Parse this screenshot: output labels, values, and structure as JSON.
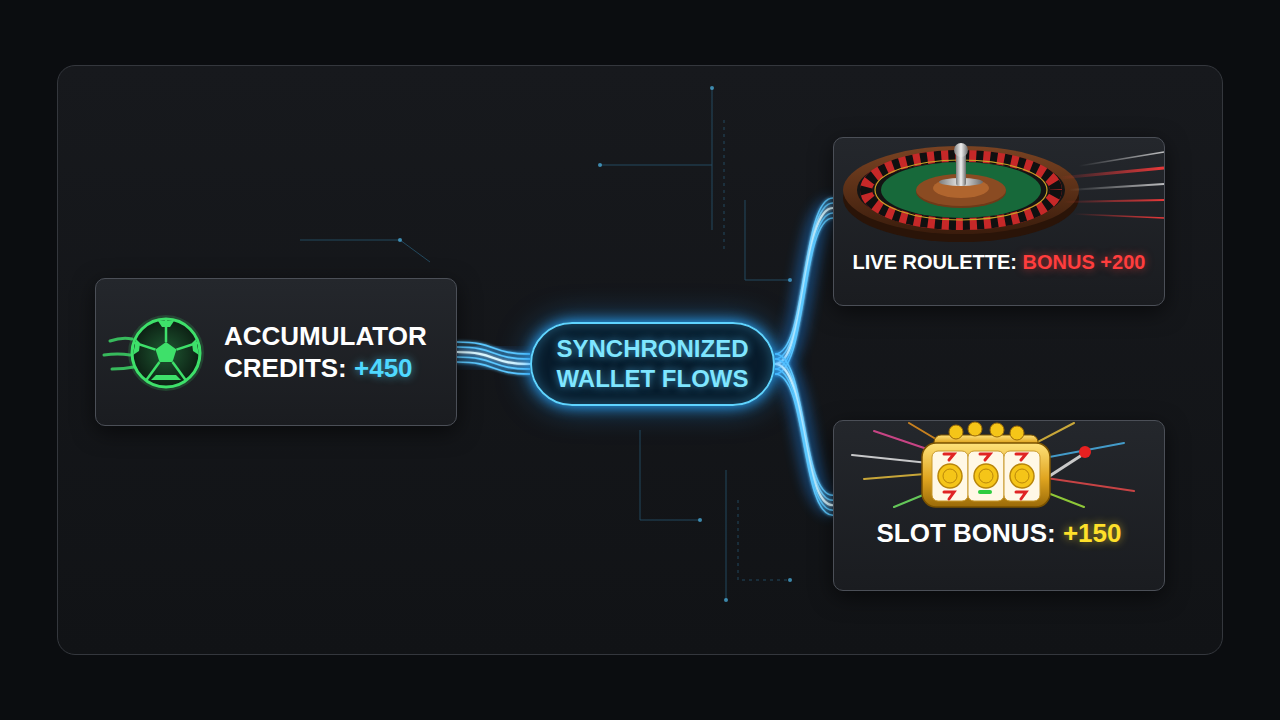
{
  "diagram": {
    "nodes": [
      {
        "text": [
          "ACCUMULATOR CREDITS:",
          "+450"
        ]
      },
      {
        "text": [
          "SYNCHRONIZED WALLET FLOWS"
        ]
      },
      {
        "text": [
          "LIVE ROULETTE:",
          "BONUS +200"
        ]
      },
      {
        "text": [
          "SLOT BONUS:",
          "+150"
        ]
      }
    ],
    "edges": [
      {
        "from": 0,
        "to": 1,
        "arrow": "none"
      },
      {
        "from": 1,
        "to": 2,
        "arrow": "none"
      },
      {
        "from": 1,
        "to": 3,
        "arrow": "none"
      }
    ]
  }
}
